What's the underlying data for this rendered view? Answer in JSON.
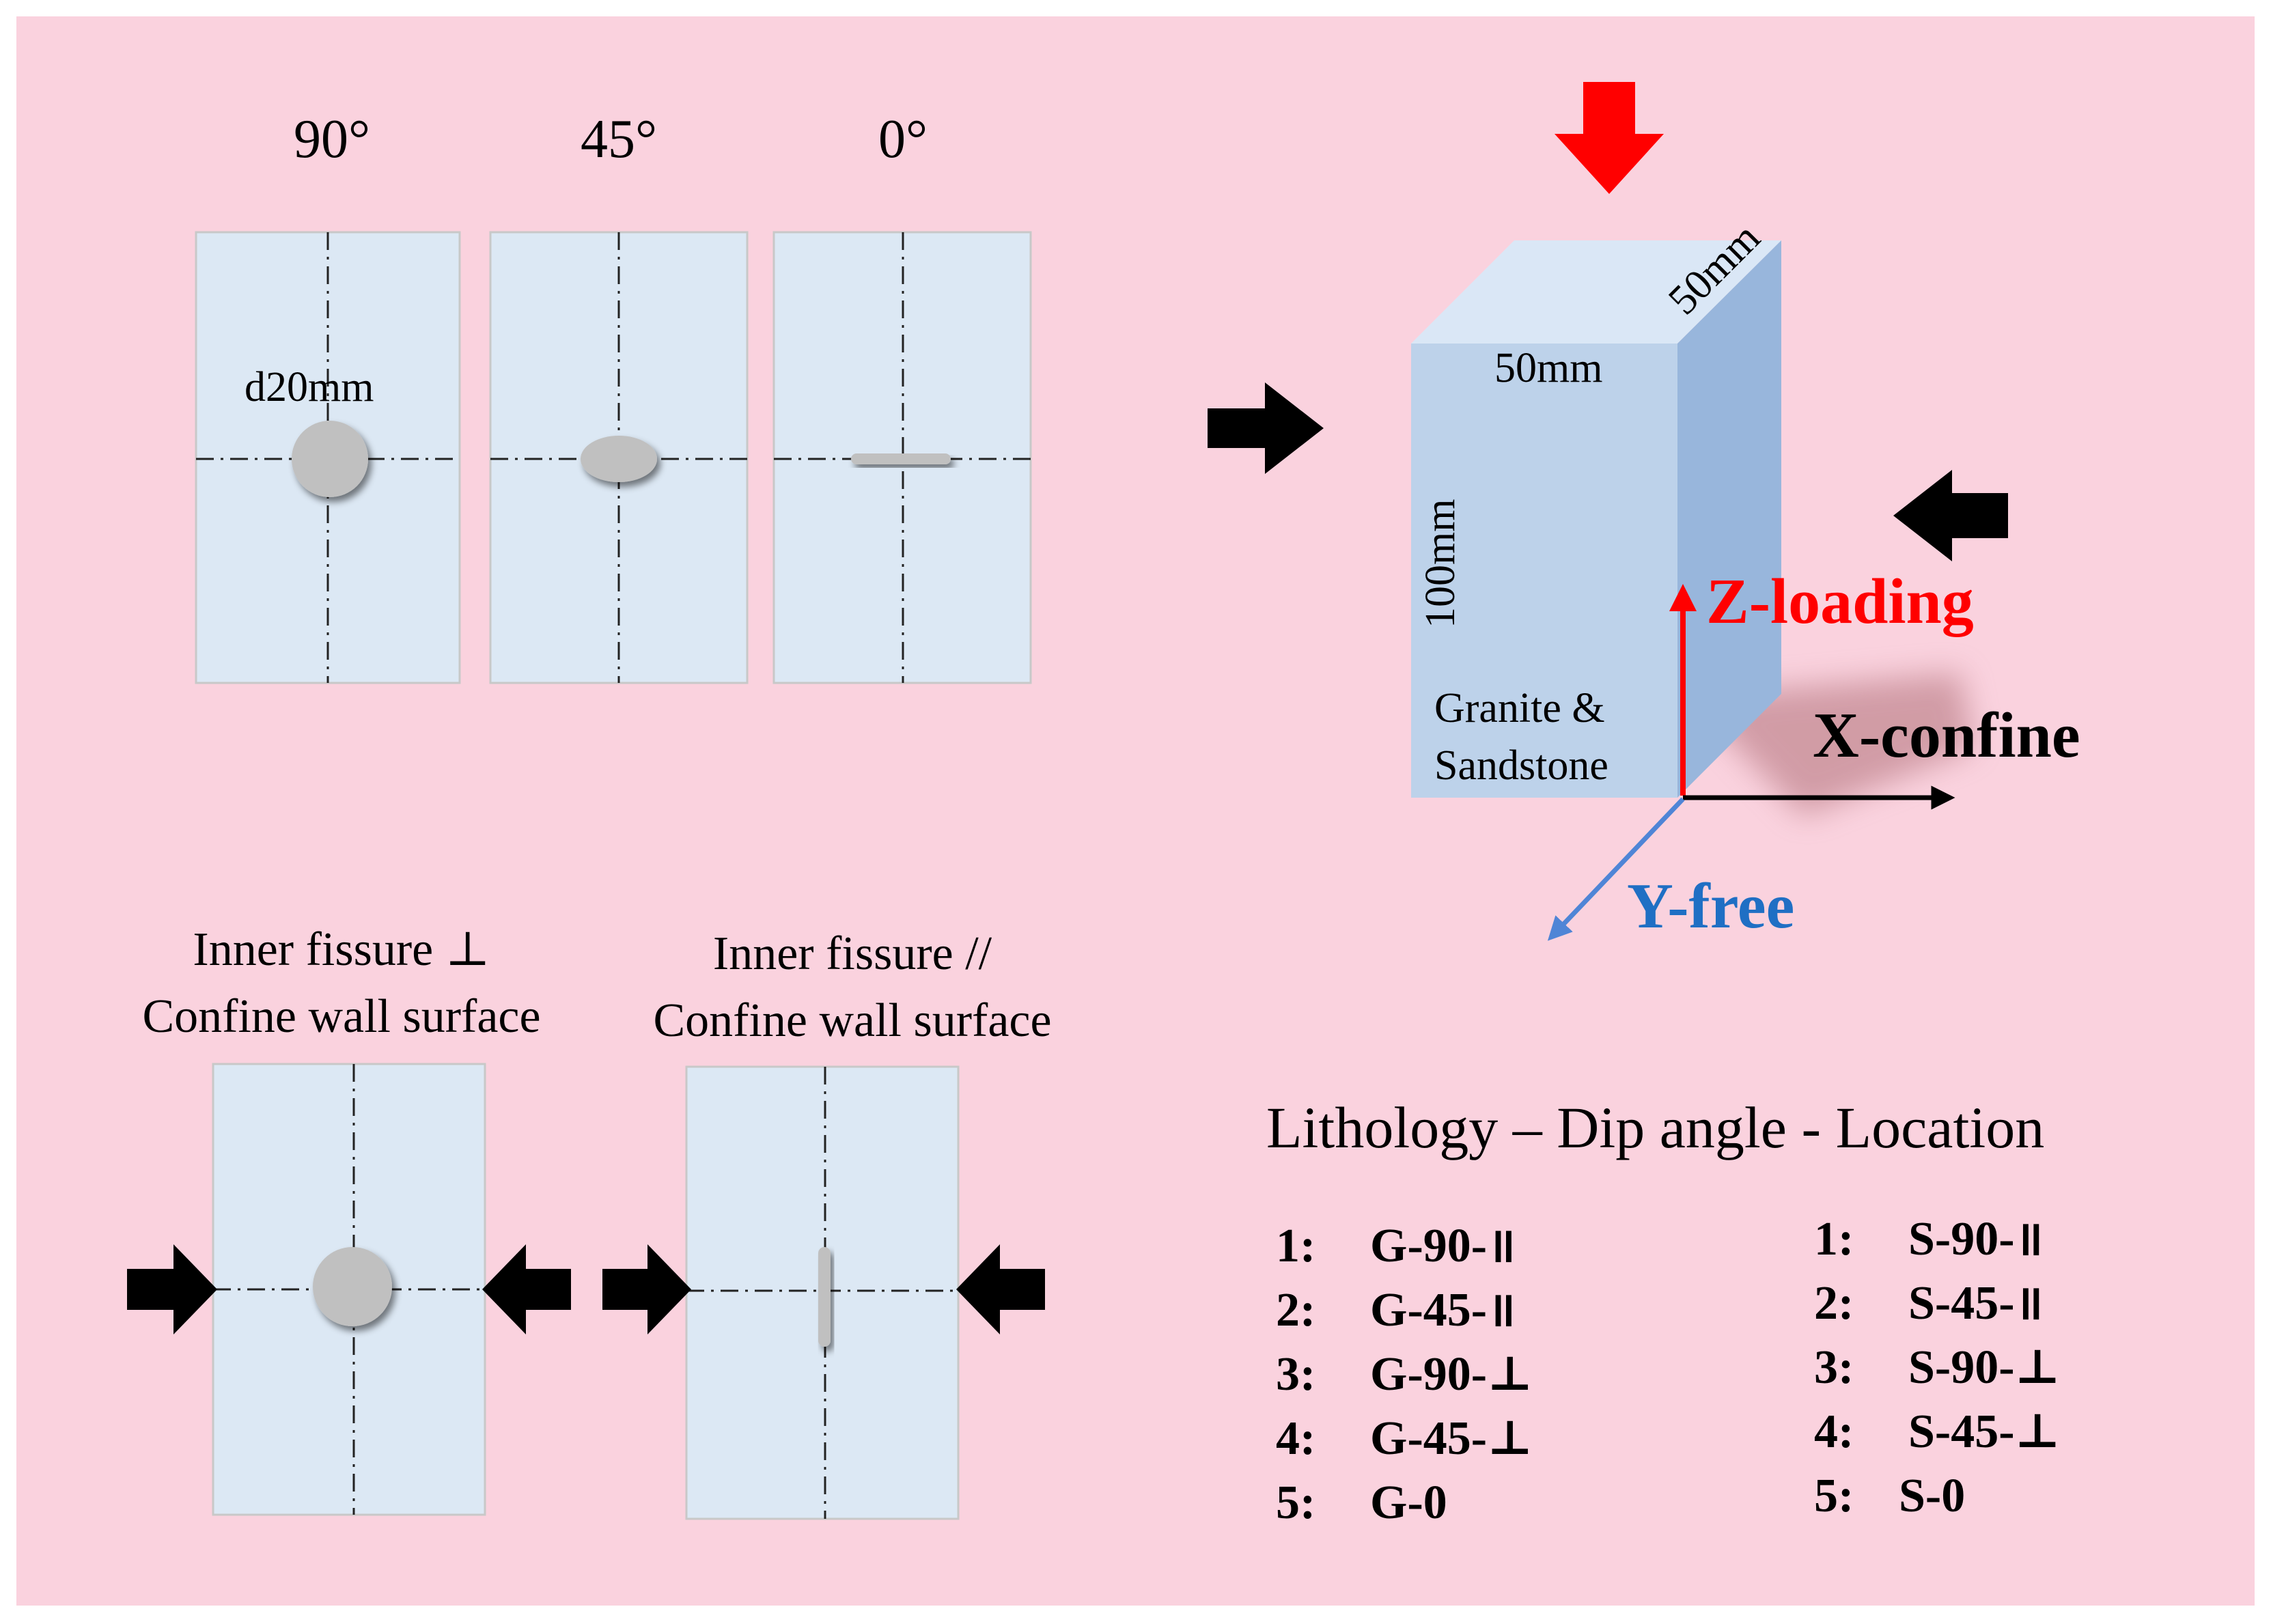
{
  "angles": [
    "90°",
    "45°",
    "0°"
  ],
  "fissure_diameter": "d20mm",
  "fissure_orientation": {
    "perpendicular": [
      "Inner fissure ⊥",
      "Confine wall surface"
    ],
    "parallel": [
      "Inner fissure //",
      "Confine wall surface"
    ]
  },
  "specimen": {
    "width": "50mm",
    "depth": "50mm",
    "height": "100mm",
    "material": [
      "Granite &",
      "Sandstone"
    ]
  },
  "axes": {
    "z": "Z-loading",
    "x": "X-confine",
    "y": "Y-free"
  },
  "codes": {
    "title": "Lithology – Dip angle - Location",
    "granite": [
      {
        "num": "1:",
        "code": "G-90-॥"
      },
      {
        "num": "2:",
        "code": "G-45-॥"
      },
      {
        "num": "3:",
        "code": "G-90-⊥"
      },
      {
        "num": "4:",
        "code": "G-45-⊥"
      },
      {
        "num": "5:",
        "code": "G-0"
      }
    ],
    "sandstone": [
      {
        "num": "1:",
        "code": "S-90-॥"
      },
      {
        "num": "2:",
        "code": "S-45-॥"
      },
      {
        "num": "3:",
        "code": "S-90-⊥"
      },
      {
        "num": "4:",
        "code": "S-45-⊥"
      },
      {
        "num": "5:",
        "code": "S-0"
      }
    ]
  },
  "colors": {
    "background": "#fad2de",
    "specimen_fill": "#dce8f4",
    "fissure": "#c0c0c0",
    "cube_front": "#bdd2ea",
    "cube_top": "#dae7f6",
    "cube_side": "#98b6dc",
    "z_axis": "#ff0000",
    "x_axis": "#000000",
    "y_axis": "#4f85d6",
    "y_label": "#1f6fc4"
  }
}
